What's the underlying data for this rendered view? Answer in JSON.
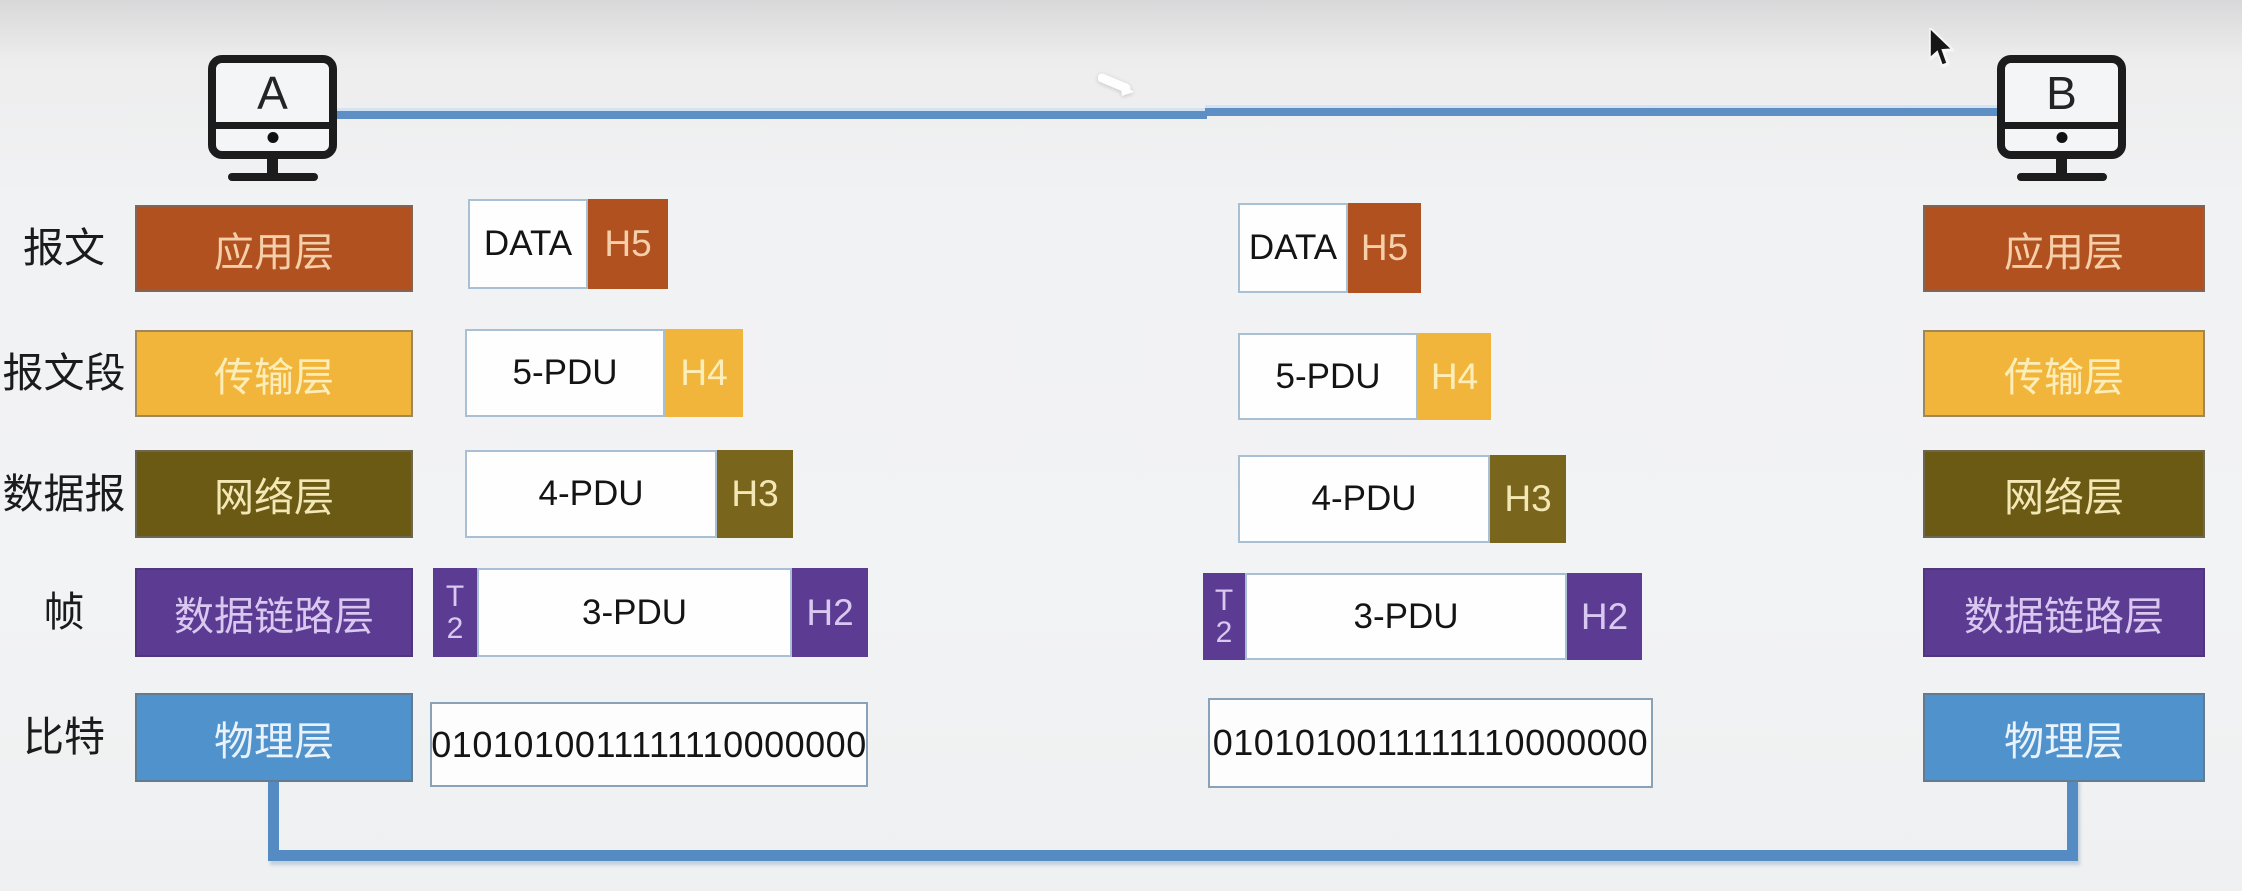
{
  "hosts": {
    "left_label": "A",
    "right_label": "B"
  },
  "rows": [
    {
      "unit": "报文",
      "layer": "应用层",
      "pdu_body": "DATA",
      "pdu_header": "H5"
    },
    {
      "unit": "报文段",
      "layer": "传输层",
      "pdu_body": "5-PDU",
      "pdu_header": "H4"
    },
    {
      "unit": "数据报",
      "layer": "网络层",
      "pdu_body": "4-PDU",
      "pdu_header": "H3"
    },
    {
      "unit": "帧",
      "layer": "数据链路层",
      "pdu_trailer": "T\n2",
      "pdu_body": "3-PDU",
      "pdu_header": "H2"
    },
    {
      "unit": "比特",
      "layer": "物理层",
      "bits": "0101010011111110000000"
    }
  ],
  "colors": {
    "application": "#b25120",
    "transport": "#f2b53c",
    "network": "#6a5a14",
    "network_header": "#7a651c",
    "data_link": "#5c3c93",
    "physical": "#4f92cc",
    "cable": "#5d8fc5",
    "background": "#f1f2f3"
  }
}
